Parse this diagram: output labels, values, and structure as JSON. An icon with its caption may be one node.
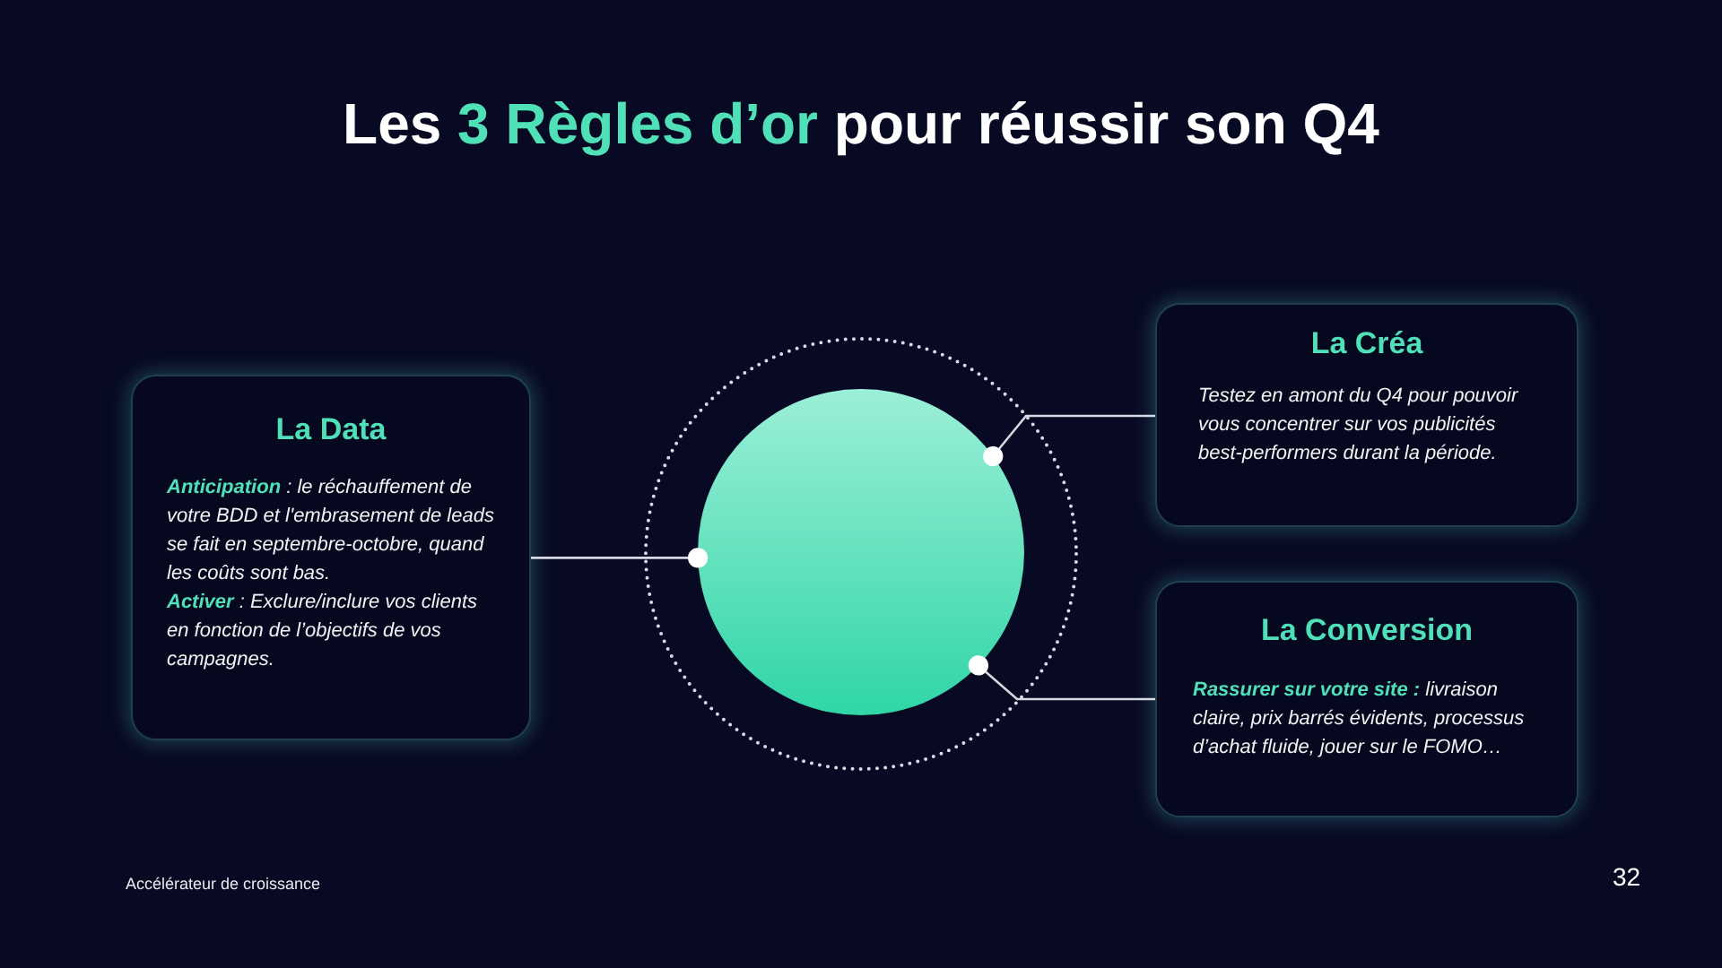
{
  "diagram": {
    "title": "Les **3 Règles d’or** pour réussir son Q4",
    "nodes": [
      {
        "text": [
          "La Data",
          "**Anticipation** : le réchauffement de votre BDD et l'embrasement de leads se fait en septembre-octobre, quand les coûts sont bas.",
          "**Activer** : Exclure/inclure vos clients en fonction de l’objectifs de vos campagnes."
        ]
      },
      {
        "text": [
          "La Créa",
          "Testez en amont du Q4 pour pouvoir vous concentrer sur vos publicités best-performers durant la période."
        ]
      },
      {
        "text": [
          "La Conversion",
          "**Rassurer sur votre site :** livraison claire, prix barrés évidents, processus d’achat fluide, jouer sur le FOMO…"
        ]
      },
      {
        "text": [],
        "shape": "circle"
      }
    ],
    "edges": [
      {
        "from": 0,
        "to": 3,
        "arrow": "other"
      },
      {
        "from": 1,
        "to": 3,
        "arrow": "other"
      },
      {
        "from": 2,
        "to": 3,
        "arrow": "other"
      }
    ],
    "labels": [
      "Accélérateur de croissance",
      "32"
    ]
  }
}
